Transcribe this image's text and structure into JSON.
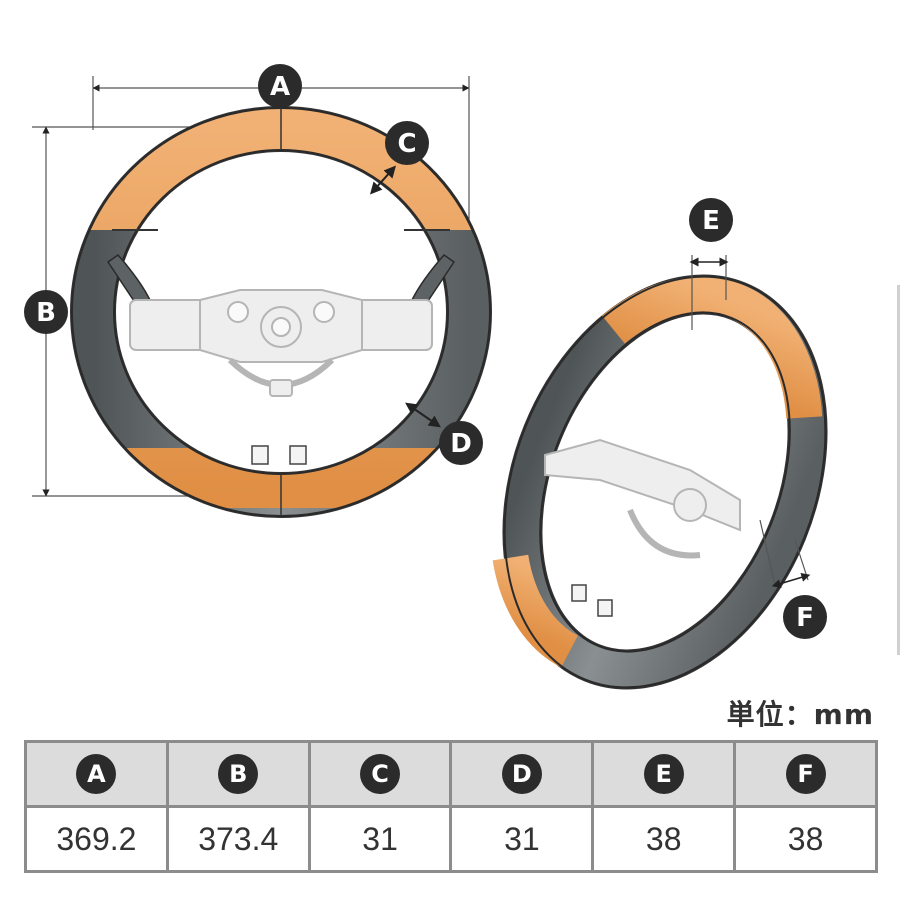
{
  "labels": {
    "a": "A",
    "b": "B",
    "c": "C",
    "d": "D",
    "e": "E",
    "f": "F"
  },
  "unit": "単位：mm",
  "table": {
    "headers": [
      "A",
      "B",
      "C",
      "D",
      "E",
      "F"
    ],
    "values": [
      "369.2",
      "373.4",
      "31",
      "31",
      "38",
      "38"
    ]
  },
  "colors": {
    "leather": "#e69a52",
    "carbon": "#6e7375",
    "badge": "#2b2b2b",
    "grid": "#8c8c8c"
  }
}
